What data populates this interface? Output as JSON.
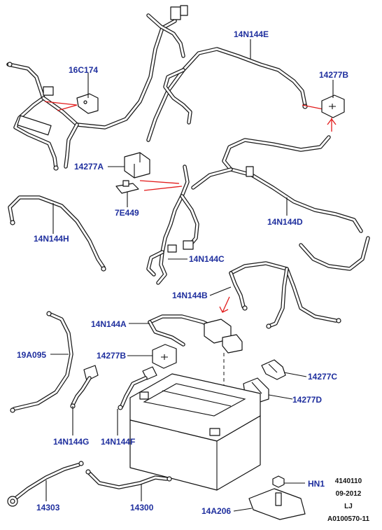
{
  "labels": {
    "l_16c174": "16C174",
    "l_14n144e": "14N144E",
    "l_14277b_top": "14277B",
    "l_14277a": "14277A",
    "l_7e449": "7E449",
    "l_14n144d": "14N144D",
    "l_14n144h": "14N144H",
    "l_14n144c": "14N144C",
    "l_14n144b": "14N144B",
    "l_14n144a": "14N144A",
    "l_19a095": "19A095",
    "l_14277b_mid": "14277B",
    "l_14277c": "14277C",
    "l_14277d": "14277D",
    "l_14n144g": "14N144G",
    "l_14n144f": "14N144F",
    "l_hn1": "HN1",
    "l_14303": "14303",
    "l_14300": "14300",
    "l_14a206": "14A206"
  },
  "meta": {
    "ref": "4140110",
    "date": "09-2012",
    "code": "LJ",
    "doc": "A0100570-11"
  },
  "colors": {
    "label": "#1f2f9e",
    "leader": "#e21b1b",
    "line": "#111111"
  }
}
